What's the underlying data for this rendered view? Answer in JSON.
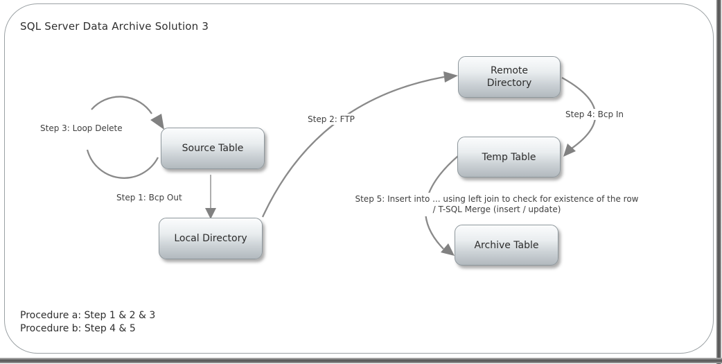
{
  "title": "SQL Server Data Archive Solution  3",
  "nodes": [
    {
      "id": "source-table",
      "label": "Source Table"
    },
    {
      "id": "local-directory",
      "label": "Local Directory"
    },
    {
      "id": "remote-directory",
      "label": "Remote Directory"
    },
    {
      "id": "temp-table",
      "label": "Temp Table"
    },
    {
      "id": "archive-table",
      "label": "Archive Table"
    }
  ],
  "steps": [
    {
      "id": "step-1",
      "label": "Step 1:  Bcp Out"
    },
    {
      "id": "step-2",
      "label": "Step 2:  FTP"
    },
    {
      "id": "step-3",
      "label": "Step 3:  Loop Delete"
    },
    {
      "id": "step-4",
      "label": "Step 4:  Bcp In"
    },
    {
      "id": "step-5",
      "label_line1": "Step 5:  Insert into ... using left join to check for existence of the row",
      "label_line2": "/ T-SQL Merge (insert / update)"
    }
  ],
  "footer": {
    "procedure_a": "Procedure a:  Step 1 & 2 & 3",
    "procedure_b": "Procedure b:  Step 4 & 5"
  },
  "colors": {
    "connector_line": "#8a8a8a",
    "arrowhead": "#818181",
    "box_border": "#8e979c",
    "box_gradient_top": "#fbfcfd",
    "box_gradient_bottom": "#b2b9be",
    "frame_border": "#9aa0a3",
    "shadow_dark": "#565656",
    "text": "#2e2e2e"
  }
}
